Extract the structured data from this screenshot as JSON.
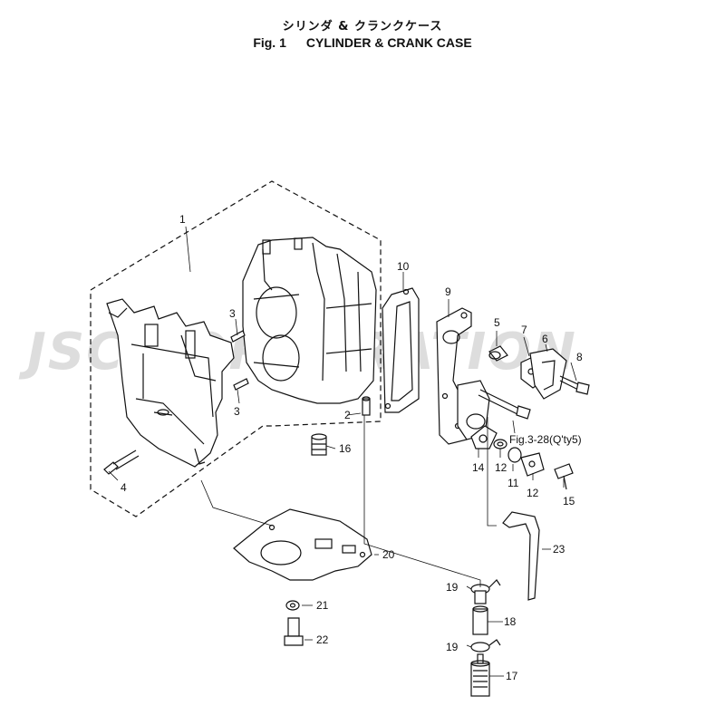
{
  "title": {
    "japanese": "シリンダ & クランクケース",
    "figure": "Fig. 1",
    "english": "CYLINDER & CRANK CASE"
  },
  "watermark": "JSC CORPORATION",
  "callouts": {
    "p1": "1",
    "p2": "2",
    "p3a": "3",
    "p3b": "3",
    "p4": "4",
    "p5": "5",
    "p6": "6",
    "p7": "7",
    "p8": "8",
    "p9": "9",
    "p10": "10",
    "p11": "11",
    "p12a": "12",
    "p12b": "12",
    "p14": "14",
    "p15": "15",
    "p16": "16",
    "p17": "17",
    "p18": "18",
    "p19a": "19",
    "p19b": "19",
    "p20": "20",
    "p21": "21",
    "p22": "22",
    "p23": "23",
    "fig_ref": "Fig.3-28(Q'ty5)"
  }
}
